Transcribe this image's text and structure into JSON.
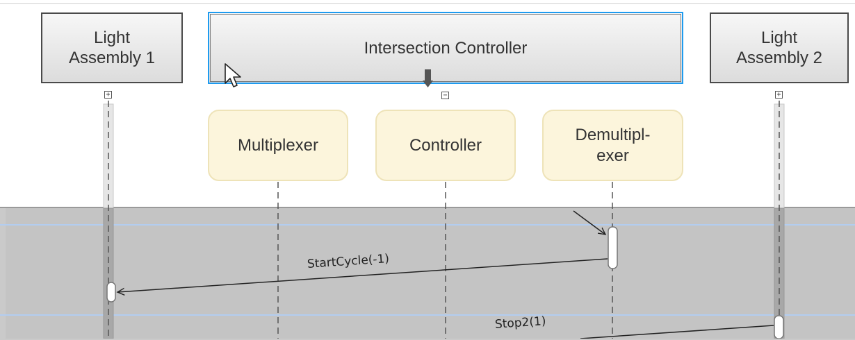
{
  "lifelines": {
    "light_assembly_1": {
      "label_line1": "Light",
      "label_line2": "Assembly 1"
    },
    "intersection_controller": {
      "label": "Intersection Controller"
    },
    "light_assembly_2": {
      "label_line1": "Light",
      "label_line2": "Assembly 2"
    }
  },
  "sub_lifelines": {
    "multiplexer": {
      "label": "Multiplexer"
    },
    "controller": {
      "label": "Controller"
    },
    "demultiplexer": {
      "label_line1": "Demultipl-",
      "label_line2": "exer"
    }
  },
  "toggles": {
    "expand": "+",
    "collapse": "−"
  },
  "messages": {
    "start_cycle": "StartCycle(-1)",
    "stop2": "Stop2(1)"
  },
  "icons": {
    "block_handle": "down-arrow-icon",
    "pointer": "mouse-cursor-icon"
  },
  "colors": {
    "selection_border": "#1e9bef",
    "sub_fill": "#fcf5dc",
    "lane_background": "#cacaca",
    "lane_guide": "#b3cdf0"
  }
}
